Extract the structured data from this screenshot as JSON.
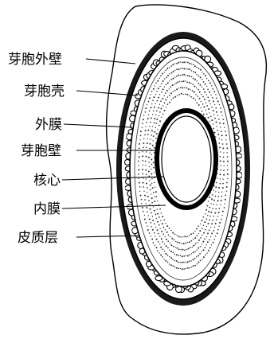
{
  "labels": [
    {
      "id": "exosporium",
      "text": "芽胞外壁"
    },
    {
      "id": "spore-coat",
      "text": "芽胞壳"
    },
    {
      "id": "outer-membrane",
      "text": "外膜"
    },
    {
      "id": "spore-wall",
      "text": "芽胞壁"
    },
    {
      "id": "core",
      "text": "核心"
    },
    {
      "id": "inner-membrane",
      "text": "内膜"
    },
    {
      "id": "cortex",
      "text": "皮质层"
    }
  ]
}
